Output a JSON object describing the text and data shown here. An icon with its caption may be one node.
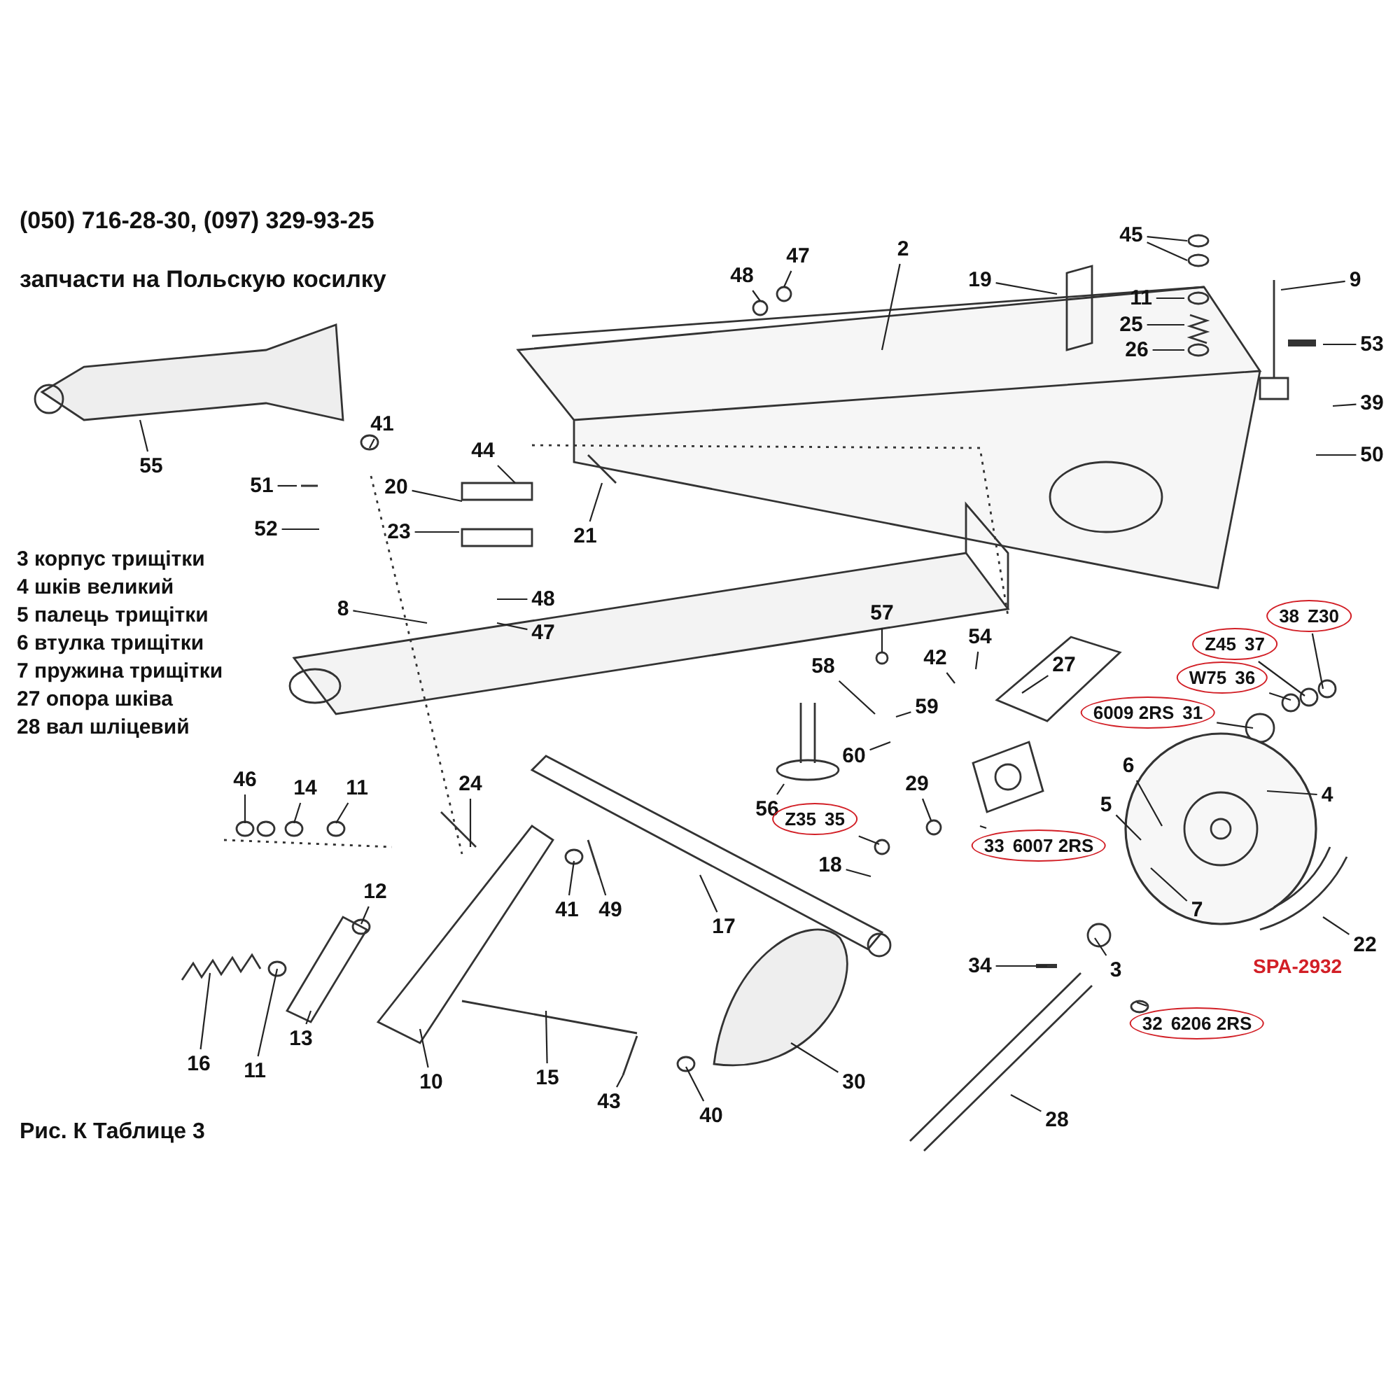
{
  "diagram": {
    "title": "запчасти на Польскую косилку",
    "caption": "Рис. К Таблице 3",
    "nodes": [
      {
        "text": [
          "2"
        ]
      },
      {
        "text": [
          "45"
        ]
      },
      {
        "text": [
          "47"
        ]
      },
      {
        "text": [
          "48"
        ]
      },
      {
        "text": [
          "19"
        ]
      },
      {
        "text": [
          "9"
        ]
      },
      {
        "text": [
          "11"
        ]
      },
      {
        "text": [
          "25"
        ]
      },
      {
        "text": [
          "26"
        ]
      },
      {
        "text": [
          "53"
        ]
      },
      {
        "text": [
          "39"
        ]
      },
      {
        "text": [
          "50"
        ]
      },
      {
        "text": [
          "55"
        ]
      },
      {
        "text": [
          "41"
        ]
      },
      {
        "text": [
          "44"
        ]
      },
      {
        "text": [
          "51"
        ]
      },
      {
        "text": [
          "20"
        ]
      },
      {
        "text": [
          "52"
        ]
      },
      {
        "text": [
          "23"
        ]
      },
      {
        "text": [
          "21"
        ]
      },
      {
        "text": [
          "48"
        ]
      },
      {
        "text": [
          "8"
        ]
      },
      {
        "text": [
          "38",
          "Z30"
        ]
      },
      {
        "text": [
          "47"
        ]
      },
      {
        "text": [
          "57"
        ]
      },
      {
        "text": [
          "Z45",
          "37"
        ]
      },
      {
        "text": [
          "54"
        ]
      },
      {
        "text": [
          "42"
        ]
      },
      {
        "text": [
          "27"
        ]
      },
      {
        "text": [
          "58"
        ]
      },
      {
        "text": [
          "W75",
          "36"
        ]
      },
      {
        "text": [
          "59"
        ]
      },
      {
        "text": [
          "6009 2RS",
          "31"
        ]
      },
      {
        "text": [
          "60"
        ]
      },
      {
        "text": [
          "6"
        ]
      },
      {
        "text": [
          "4"
        ]
      },
      {
        "text": [
          "29"
        ]
      },
      {
        "text": [
          "46"
        ]
      },
      {
        "text": [
          "14"
        ]
      },
      {
        "text": [
          "11"
        ]
      },
      {
        "text": [
          "24"
        ]
      },
      {
        "text": [
          "56"
        ]
      },
      {
        "text": [
          "5"
        ]
      },
      {
        "text": [
          "Z35",
          "35"
        ]
      },
      {
        "text": [
          "33",
          "6007 2RS"
        ]
      },
      {
        "text": [
          "18"
        ]
      },
      {
        "text": [
          "12"
        ]
      },
      {
        "text": [
          "41"
        ]
      },
      {
        "text": [
          "49"
        ]
      },
      {
        "text": [
          "7"
        ]
      },
      {
        "text": [
          "17"
        ]
      },
      {
        "text": [
          "22"
        ]
      },
      {
        "text": [
          "34"
        ]
      },
      {
        "text": [
          "3"
        ]
      },
      {
        "text": [
          "32",
          "6206 2RS"
        ]
      },
      {
        "text": [
          "13"
        ]
      },
      {
        "text": [
          "16"
        ]
      },
      {
        "text": [
          "11"
        ]
      },
      {
        "text": [
          "10"
        ]
      },
      {
        "text": [
          "15"
        ]
      },
      {
        "text": [
          "30"
        ]
      },
      {
        "text": [
          "43"
        ]
      },
      {
        "text": [
          "40"
        ]
      },
      {
        "text": [
          "28"
        ]
      }
    ],
    "edges": [
      {
        "from": 0,
        "to": null,
        "arrow": "none"
      },
      {
        "from": 1,
        "to": null,
        "arrow": "none"
      },
      {
        "from": 1,
        "to": null,
        "arrow": "none"
      },
      {
        "from": 2,
        "to": null,
        "arrow": "none"
      },
      {
        "from": 3,
        "to": null,
        "arrow": "none"
      },
      {
        "from": 4,
        "to": null,
        "arrow": "none"
      },
      {
        "from": 5,
        "to": null,
        "arrow": "none"
      },
      {
        "from": 6,
        "to": null,
        "arrow": "none"
      },
      {
        "from": 7,
        "to": null,
        "arrow": "none"
      },
      {
        "from": 8,
        "to": null,
        "arrow": "none"
      },
      {
        "from": 9,
        "to": null,
        "arrow": "none"
      },
      {
        "from": 10,
        "to": null,
        "arrow": "none"
      },
      {
        "from": 11,
        "to": null,
        "arrow": "none"
      },
      {
        "from": 12,
        "to": null,
        "arrow": "none"
      },
      {
        "from": 13,
        "to": null,
        "arrow": "none"
      },
      {
        "from": 14,
        "to": null,
        "arrow": "none"
      },
      {
        "from": 15,
        "to": null,
        "arrow": "none"
      },
      {
        "from": 16,
        "to": null,
        "arrow": "none"
      },
      {
        "from": 17,
        "to": null,
        "arrow": "none"
      },
      {
        "from": 18,
        "to": null,
        "arrow": "none"
      },
      {
        "from": 19,
        "to": null,
        "arrow": "none"
      },
      {
        "from": 20,
        "to": null,
        "arrow": "none"
      },
      {
        "from": 21,
        "to": null,
        "arrow": "none"
      },
      {
        "from": 22,
        "to": null,
        "arrow": "none"
      },
      {
        "from": 23,
        "to": null,
        "arrow": "none"
      },
      {
        "from": 24,
        "to": null,
        "arrow": "none"
      },
      {
        "from": 25,
        "to": null,
        "arrow": "none"
      },
      {
        "from": 26,
        "to": null,
        "arrow": "none"
      },
      {
        "from": 27,
        "to": null,
        "arrow": "none"
      },
      {
        "from": 28,
        "to": null,
        "arrow": "none"
      },
      {
        "from": 29,
        "to": null,
        "arrow": "none"
      },
      {
        "from": 30,
        "to": null,
        "arrow": "none"
      },
      {
        "from": 31,
        "to": null,
        "arrow": "none"
      },
      {
        "from": 32,
        "to": null,
        "arrow": "none"
      },
      {
        "from": 33,
        "to": null,
        "arrow": "none"
      },
      {
        "from": 34,
        "to": null,
        "arrow": "none"
      },
      {
        "from": 35,
        "to": null,
        "arrow": "none"
      },
      {
        "from": 36,
        "to": null,
        "arrow": "none"
      },
      {
        "from": 37,
        "to": null,
        "arrow": "none"
      },
      {
        "from": 38,
        "to": null,
        "arrow": "none"
      },
      {
        "from": 39,
        "to": null,
        "arrow": "none"
      },
      {
        "from": 40,
        "to": null,
        "arrow": "none"
      },
      {
        "from": 41,
        "to": null,
        "arrow": "none"
      },
      {
        "from": 42,
        "to": null,
        "arrow": "none"
      },
      {
        "from": 43,
        "to": null,
        "arrow": "none"
      },
      {
        "from": 44,
        "to": null,
        "arrow": "none"
      },
      {
        "from": 45,
        "to": null,
        "arrow": "none"
      },
      {
        "from": 46,
        "to": null,
        "arrow": "none"
      },
      {
        "from": 47,
        "to": null,
        "arrow": "none"
      },
      {
        "from": 48,
        "to": null,
        "arrow": "none"
      },
      {
        "from": 49,
        "to": null,
        "arrow": "none"
      },
      {
        "from": 50,
        "to": null,
        "arrow": "none"
      },
      {
        "from": 51,
        "to": null,
        "arrow": "none"
      },
      {
        "from": 52,
        "to": null,
        "arrow": "none"
      },
      {
        "from": 53,
        "to": null,
        "arrow": "none"
      },
      {
        "from": 54,
        "to": null,
        "arrow": "none"
      },
      {
        "from": 55,
        "to": null,
        "arrow": "none"
      },
      {
        "from": 56,
        "to": null,
        "arrow": "none"
      },
      {
        "from": 57,
        "to": null,
        "arrow": "none"
      },
      {
        "from": 58,
        "to": null,
        "arrow": "none"
      },
      {
        "from": 59,
        "to": null,
        "arrow": "none"
      },
      {
        "from": 60,
        "to": null,
        "arrow": "none"
      },
      {
        "from": 61,
        "to": null,
        "arrow": "none"
      },
      {
        "from": 62,
        "to": null,
        "arrow": "none"
      },
      {
        "from": 63,
        "to": null,
        "arrow": "none"
      }
    ],
    "labels": [
      "(050) 716-28-30, (097) 329-93-25",
      "3 корпус трищітки",
      "4 шків великий",
      "5 палець трищітки",
      "6 втулка трищітки",
      "7 пружина трищітки",
      "27 опора шківа",
      "28 вал шліцевий",
      "SPA-2932"
    ]
  }
}
